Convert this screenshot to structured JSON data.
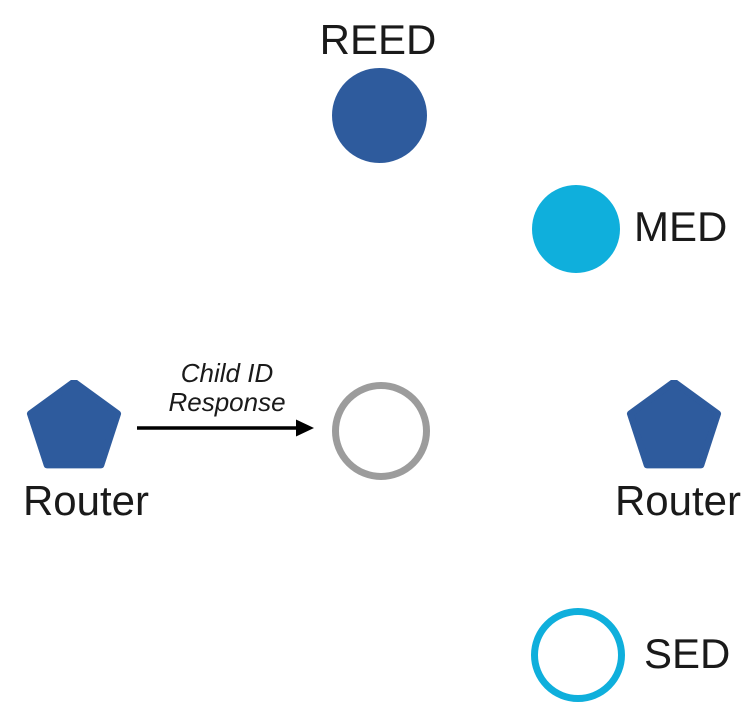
{
  "nodes": {
    "reed": {
      "label": "REED",
      "shape": "filled-circle"
    },
    "med": {
      "label": "MED",
      "shape": "filled-circle"
    },
    "router_left": {
      "label": "Router",
      "shape": "filled-pentagon"
    },
    "router_right": {
      "label": "Router",
      "shape": "filled-pentagon"
    },
    "joiner": {
      "label": "",
      "shape": "outlined-circle"
    },
    "sed": {
      "label": "SED",
      "shape": "outlined-circle"
    }
  },
  "arrow": {
    "label_line1": "Child ID",
    "label_line2": "Response",
    "direction": "left-router-to-joiner-circle"
  },
  "colors": {
    "node_blue": "#2E5B9D",
    "node_cyan": "#0FAFDC",
    "inactive_gray": "#9C9C9C",
    "arrow_black": "#000000",
    "text": "#1A1A1A"
  }
}
